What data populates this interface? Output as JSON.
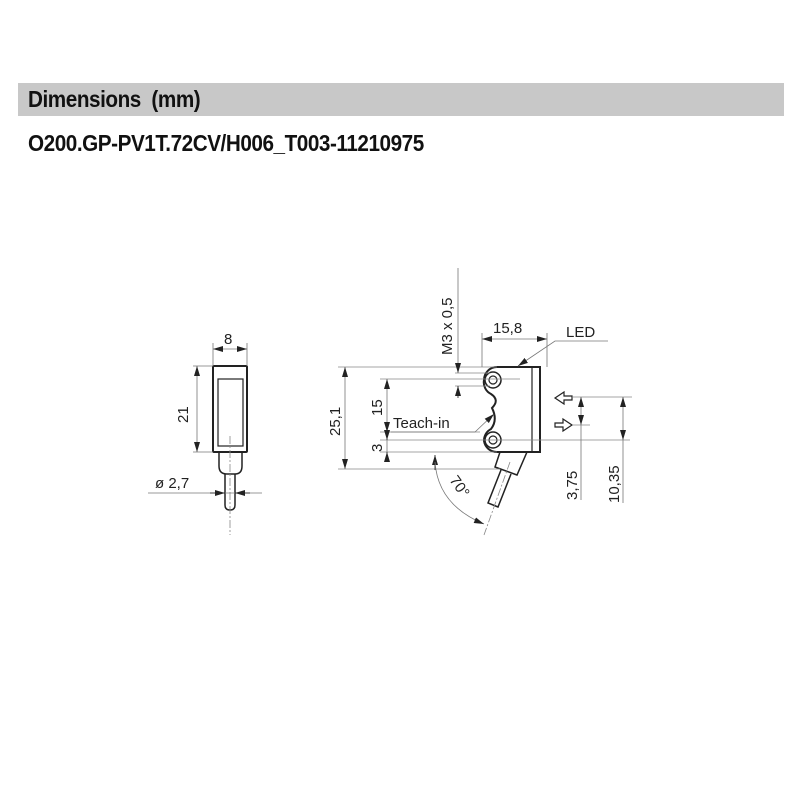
{
  "header": {
    "title": "Dimensions  (mm)",
    "model_code": "O200.GP-PV1T.72CV/H006_T003-11210975"
  },
  "colors": {
    "header_bar": "#c8c8c8",
    "line": "#222222",
    "dim_line": "#777777"
  },
  "side_view": {
    "width_label": "8",
    "height_label": "21",
    "cable_diameter_label": "ø 2,7"
  },
  "front_view": {
    "thread_label": "M3 x 0,5",
    "depth_label": "15,8",
    "led_label": "LED",
    "height_total_label": "25,1",
    "hole_spacing_label": "15",
    "teach_in_label": "Teach-in",
    "bottom_offset_label": "3",
    "optical_axis_offset_label": "3,75",
    "optical_axis_height_label": "10,35",
    "cable_angle_label": "70°"
  }
}
